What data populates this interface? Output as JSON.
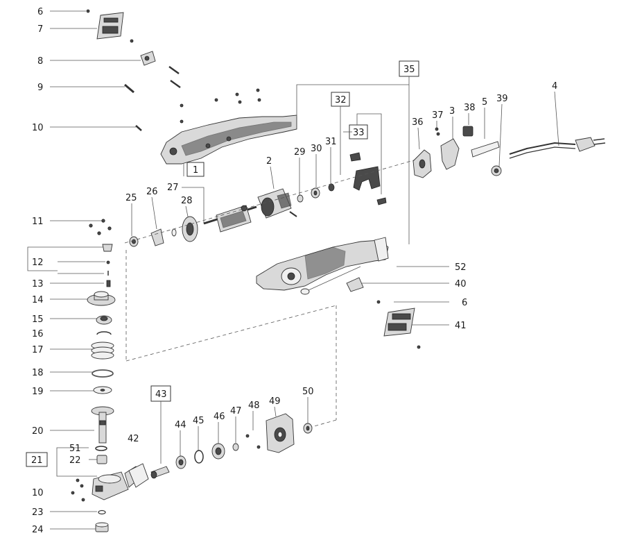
{
  "labels": {
    "l6a": "6",
    "l7": "7",
    "l8": "8",
    "l9": "9",
    "l10a": "10",
    "l11": "11",
    "l12": "12",
    "l13": "13",
    "l14": "14",
    "l15": "15",
    "l16": "16",
    "l17": "17",
    "l18": "18",
    "l19": "19",
    "l20": "20",
    "l21": "21",
    "l51": "51",
    "l22": "22",
    "l10b": "10",
    "l23": "23",
    "l24": "24",
    "l1": "1",
    "l2": "2",
    "l3": "3",
    "l4": "4",
    "l5": "5",
    "l25": "25",
    "l26": "26",
    "l27": "27",
    "l28": "28",
    "l29": "29",
    "l30": "30",
    "l31": "31",
    "l32": "32",
    "l33": "33",
    "l35": "35",
    "l36": "36",
    "l37": "37",
    "l38": "38",
    "l39": "39",
    "l52": "52",
    "l40": "40",
    "l6b": "6",
    "l41": "41",
    "l42": "42",
    "l43": "43",
    "l44": "44",
    "l45": "45",
    "l46": "46",
    "l47": "47",
    "l48": "48",
    "l49": "49",
    "l50": "50"
  },
  "colors": {
    "line": "#555555",
    "part": "#d9d9d9",
    "dark": "#4a4a4a",
    "text": "#1a1a1a"
  }
}
